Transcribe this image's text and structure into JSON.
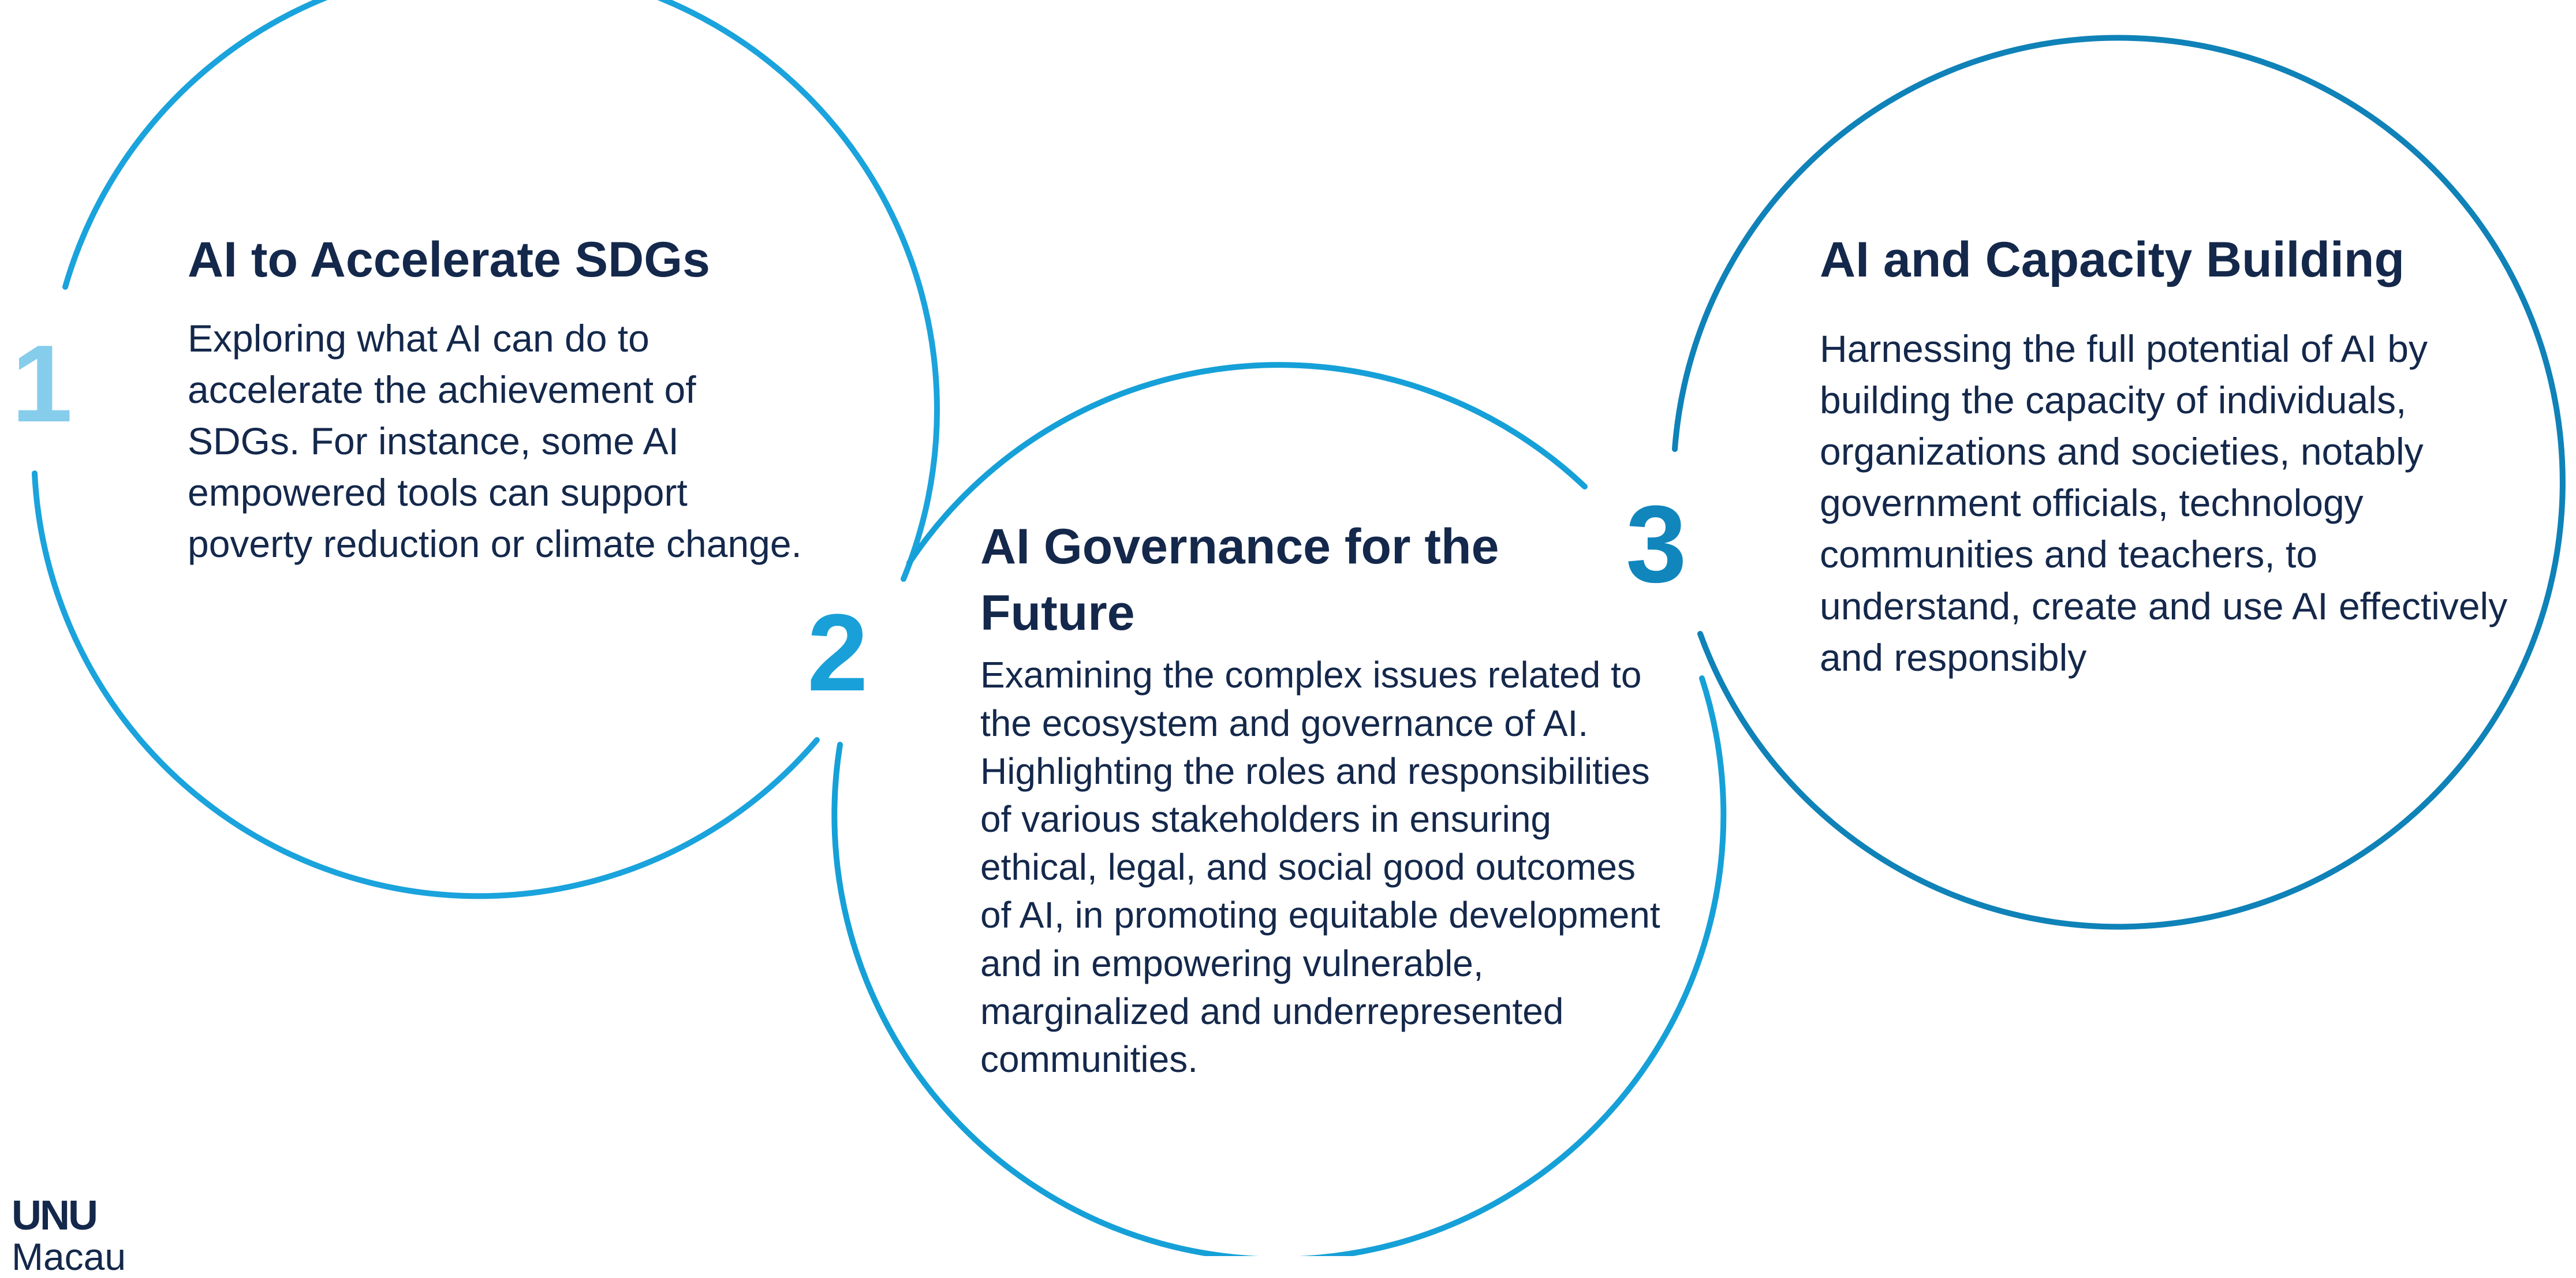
{
  "colors": {
    "circle_1": "#1aa3dc",
    "circle_2": "#16a0d8",
    "circle_3": "#0f82b8",
    "number_1": "#86cdec",
    "number_2": "#1aa0d8",
    "number_3": "#1086bd",
    "text": "#14284b"
  },
  "items": [
    {
      "number": "1",
      "title": "AI to Accelerate SDGs",
      "description": "Exploring what AI can do to accelerate the achievement of SDGs. For instance, some AI empowered tools can support poverty reduction or climate change."
    },
    {
      "number": "2",
      "title": "AI Governance for the Future",
      "description": "Examining the complex issues related to the ecosystem and governance of AI. Highlighting the roles and responsibilities of various stakeholders in ensuring ethical, legal, and social good outcomes of AI, in promoting equitable development and in empowering vulnerable, marginalized and underrepresented communities."
    },
    {
      "number": "3",
      "title": "AI and Capacity Building",
      "description": "Harnessing the full potential of AI by building the capacity of individuals, organizations and societies, notably government officials, technology communities and teachers, to understand, create and use AI effectively and responsibly"
    }
  ],
  "logo": {
    "main": "UNU",
    "sub": "Macau"
  }
}
